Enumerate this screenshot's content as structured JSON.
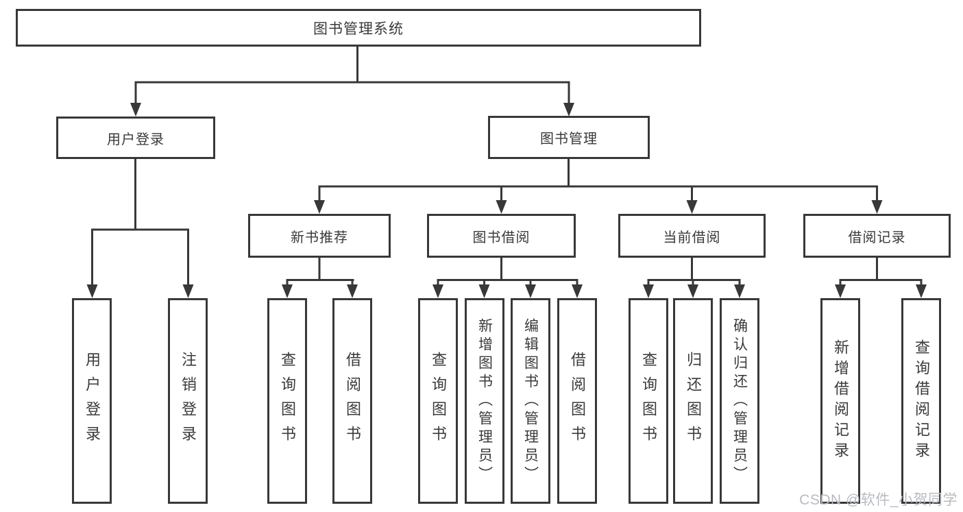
{
  "tree": {
    "root": "图书管理系统",
    "login": {
      "label": "用户登录",
      "children": [
        "用户登录",
        "注销登录"
      ]
    },
    "manage": {
      "label": "图书管理",
      "sections": [
        {
          "label": "新书推荐",
          "children": [
            "查询图书",
            "借阅图书"
          ]
        },
        {
          "label": "图书借阅",
          "children": [
            "查询图书",
            "新增图书（管理员）",
            "编辑图书（管理员）",
            "借阅图书"
          ]
        },
        {
          "label": "当前借阅",
          "children": [
            "查询图书",
            "归还图书",
            "确认归还（管理员）"
          ]
        },
        {
          "label": "借阅记录",
          "children": [
            "新增借阅记录",
            "查询借阅记录"
          ]
        }
      ]
    }
  },
  "watermark": "CSDN @软件_小贺同学",
  "colors": {
    "line": "#383838",
    "text": "#3a3a3a",
    "watermark": "#b7bbc2",
    "background": "#ffffff"
  }
}
